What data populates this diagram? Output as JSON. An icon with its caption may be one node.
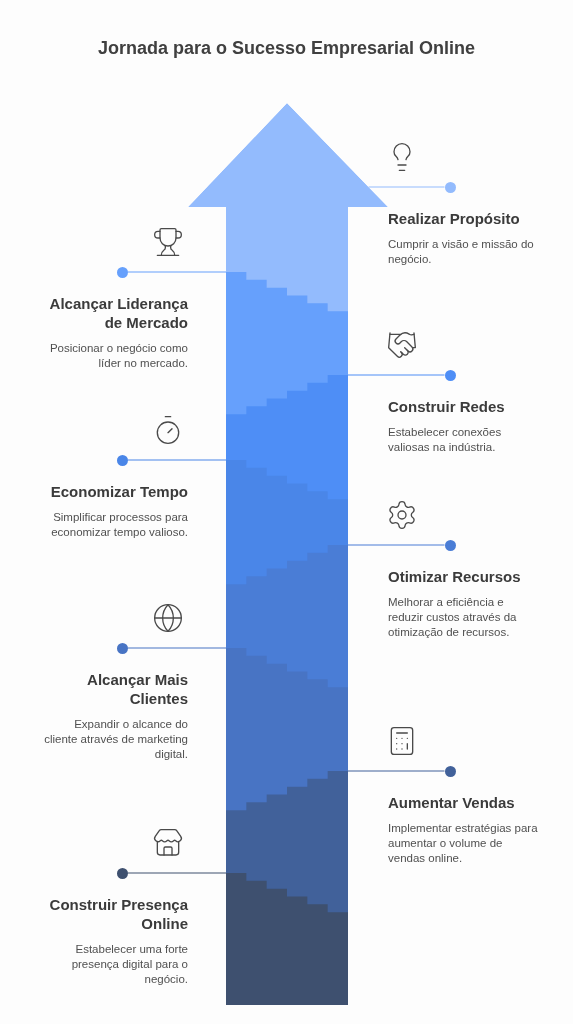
{
  "diagram": {
    "title": "Jornada para o Sucesso Empresarial Online",
    "nodes": [
      {
        "text": [],
        "shape": "arrow"
      },
      {
        "text": [],
        "shape": "circle"
      },
      {
        "text": [],
        "shape": "circle"
      },
      {
        "text": [],
        "shape": "circle"
      },
      {
        "text": [],
        "shape": "circle"
      },
      {
        "text": [],
        "shape": "circle"
      },
      {
        "text": [],
        "shape": "circle"
      },
      {
        "text": [],
        "shape": "circle"
      },
      {
        "text": [],
        "shape": "circle"
      }
    ],
    "edges": [
      {
        "from": 1,
        "to": 0,
        "arrow": "none",
        "color": "#93bbfd"
      },
      {
        "from": 2,
        "to": 0,
        "arrow": "none",
        "color": "#66a0fc"
      },
      {
        "from": 3,
        "to": 0,
        "arrow": "none",
        "color": "#4e8ef6"
      },
      {
        "from": 4,
        "to": 0,
        "arrow": "none",
        "color": "#4a86e8"
      },
      {
        "from": 5,
        "to": 0,
        "arrow": "none",
        "color": "#4a7dd6"
      },
      {
        "from": 6,
        "to": 0,
        "arrow": "none",
        "color": "#4874c4"
      },
      {
        "from": 7,
        "to": 0,
        "arrow": "none",
        "color": "#41619a"
      },
      {
        "from": 8,
        "to": 0,
        "arrow": "none",
        "color": "#3e506f"
      }
    ],
    "labels": [
      "Realizar Propósito",
      "Cumprir a visão e missão do negócio.",
      "Alcançar Liderança de Mercado",
      "Posicionar o negócio como líder no mercado.",
      "Construir Redes",
      "Estabelecer conexões valiosas na indústria.",
      "Economizar Tempo",
      "Simplificar processos para economizar tempo valioso.",
      "Otimizar Recursos",
      "Melhorar a eficiência e reduzir custos através da otimização de recursos.",
      "Alcançar Mais Clientes",
      "Expandir o alcance do cliente através de marketing digital.",
      "Aumentar Vendas",
      "Implementar estratégias para aumentar o volume de vendas online.",
      "Construir Presença Online",
      "Estabelecer uma forte presença digital para o negócio."
    ]
  }
}
